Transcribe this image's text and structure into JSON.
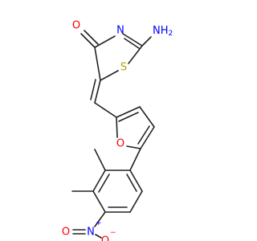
{
  "molecule": {
    "atoms": {
      "carbonyl_o": "O",
      "imine_n": "N",
      "ring_s": "S",
      "furan_o": "O",
      "amine_nh": "NH",
      "amine_sub": "2",
      "nitro_n": "N",
      "nitro_o1": "O",
      "nitro_o2": "O",
      "charge_plus": "+",
      "charge_minus": "−"
    },
    "colors": {
      "oxygen": "#ff0000",
      "nitrogen": "#0000ff",
      "sulfur": "#b8a000",
      "bond": "#222222"
    }
  }
}
